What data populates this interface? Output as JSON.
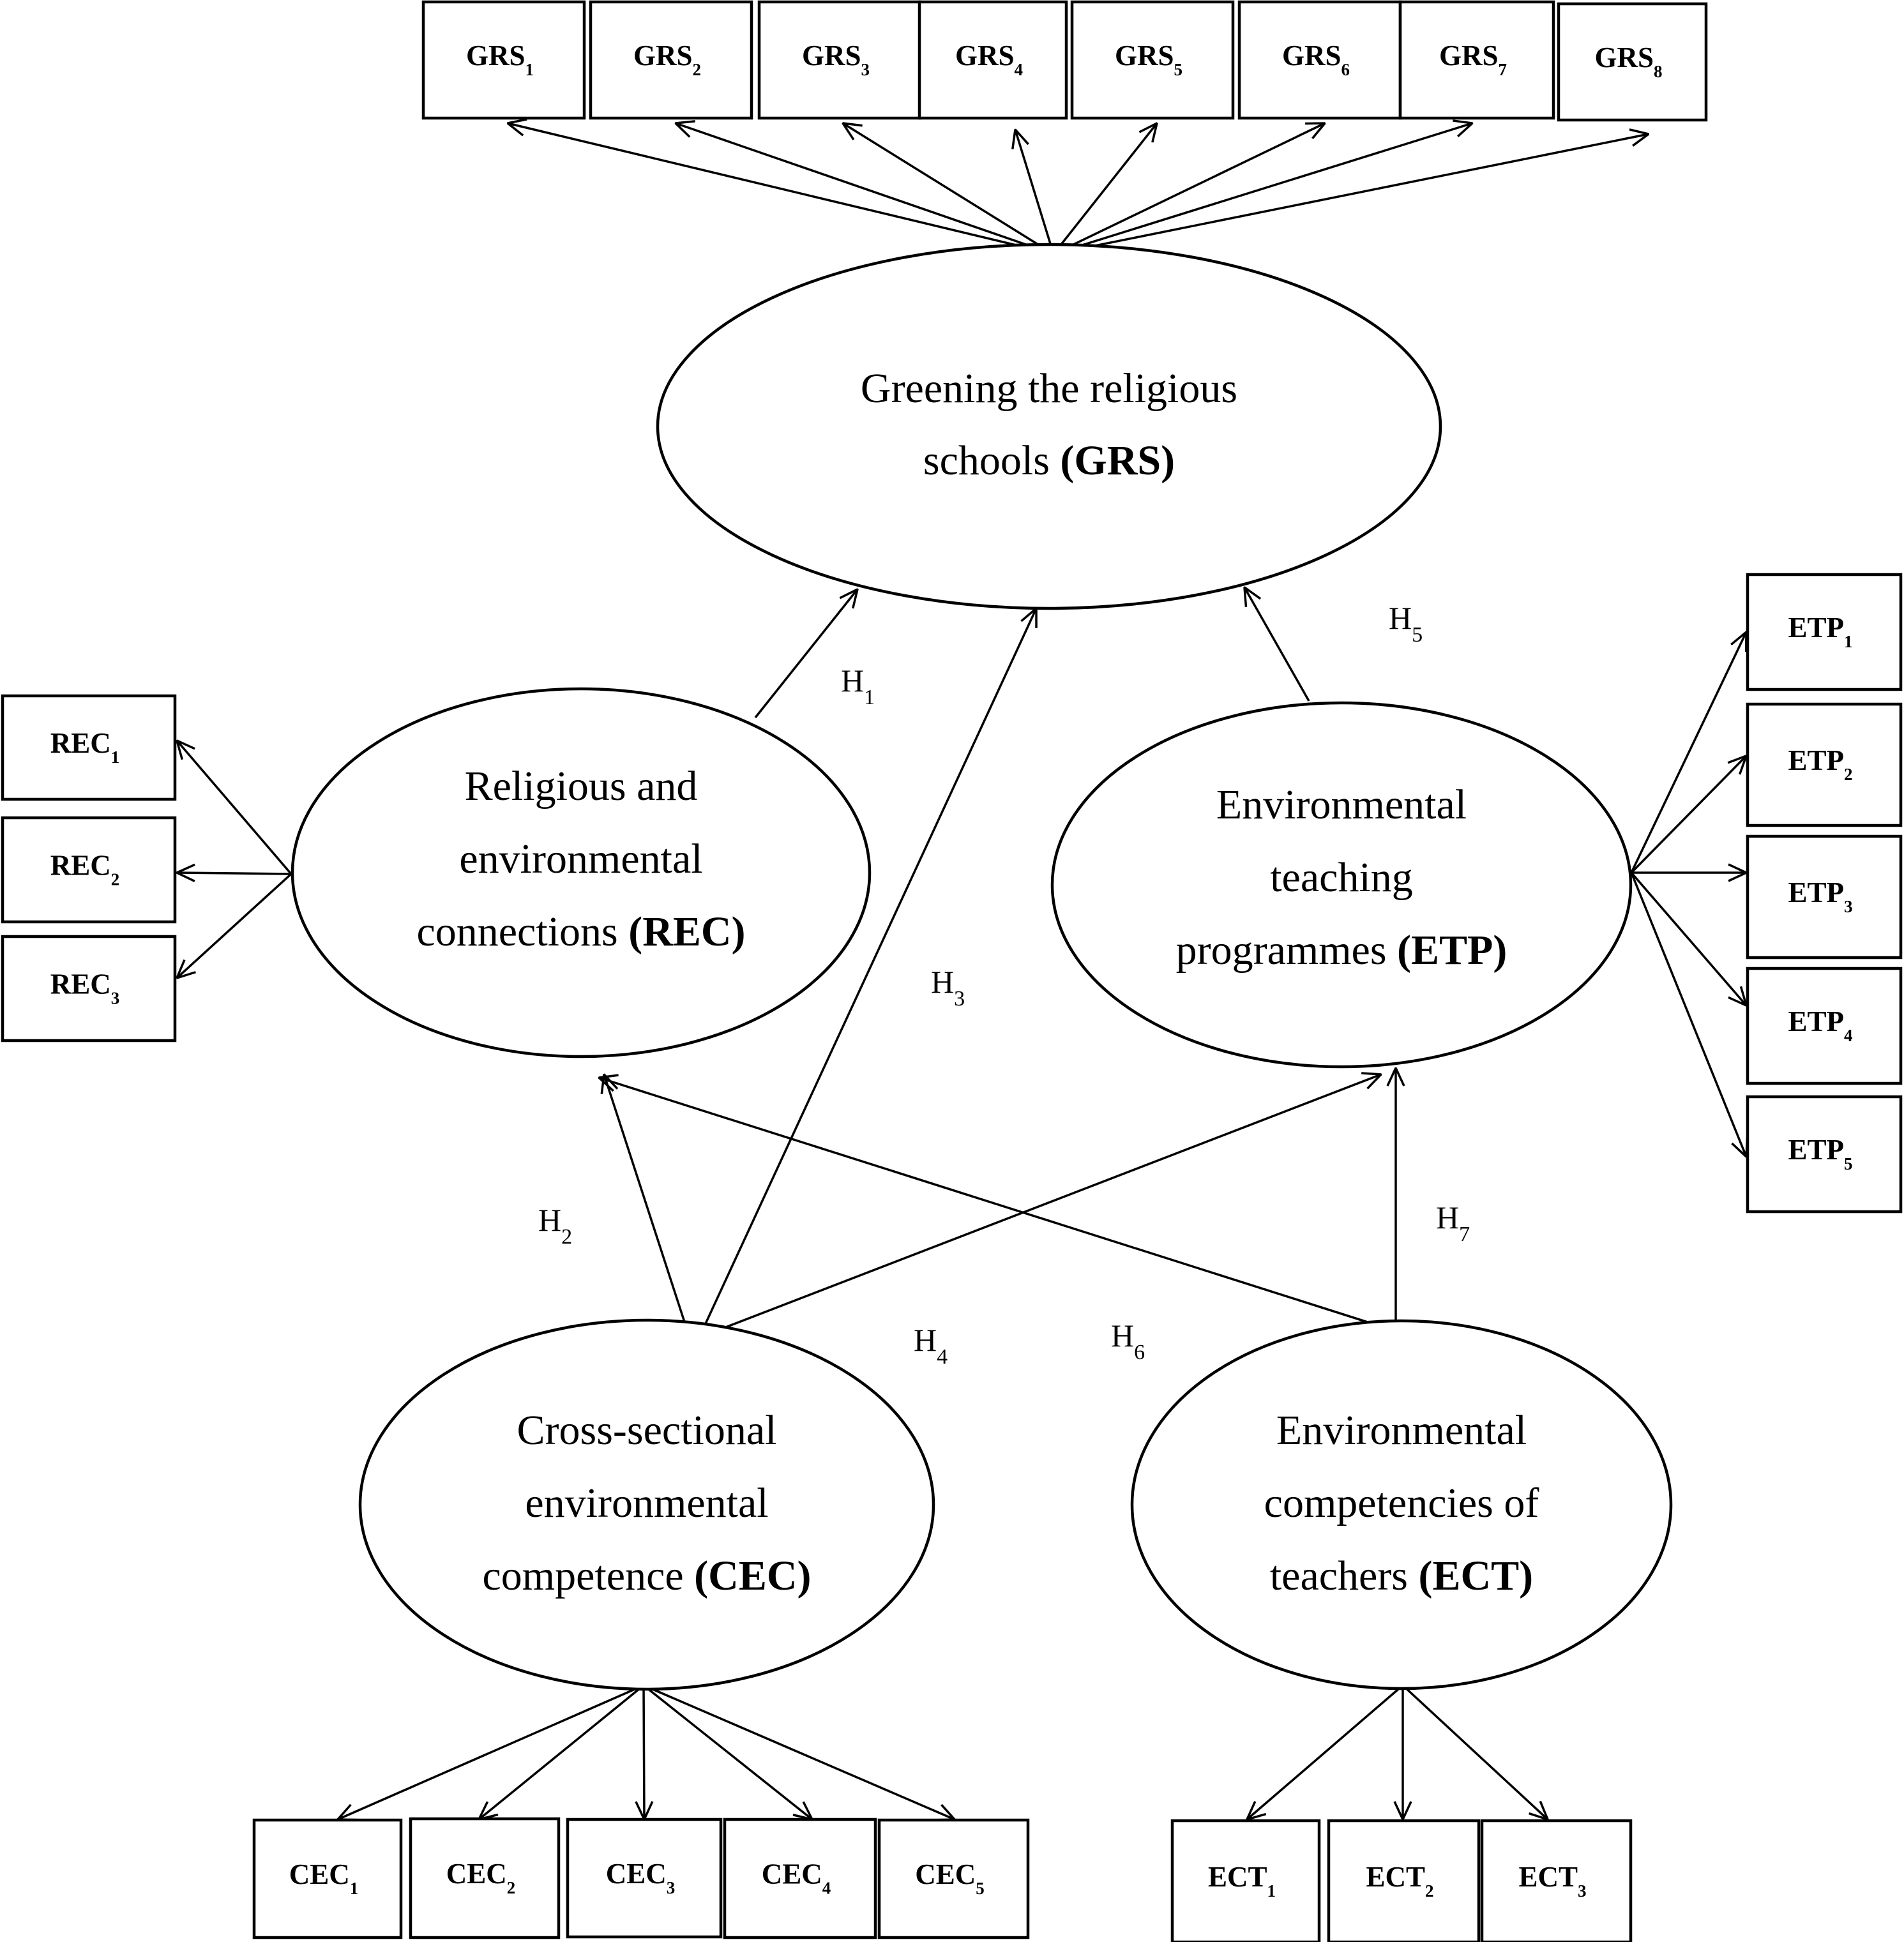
{
  "latents": [
    {
      "id": "GRS",
      "lines": [
        "Greening the religious",
        "schools "
      ],
      "abbr": "(GRS)"
    },
    {
      "id": "REC",
      "lines": [
        "Religious and",
        "environmental",
        "connections "
      ],
      "abbr": "(REC)"
    },
    {
      "id": "ETP",
      "lines": [
        "Environmental",
        "teaching",
        "programmes "
      ],
      "abbr": "(ETP)"
    },
    {
      "id": "CEC",
      "lines": [
        "Cross-sectional",
        "environmental",
        "competence "
      ],
      "abbr": "(CEC)"
    },
    {
      "id": "ECT",
      "lines": [
        "Environmental",
        "competencies of",
        "teachers "
      ],
      "abbr": "(ECT)"
    }
  ],
  "indicators": {
    "GRS": [
      {
        "base": "GRS",
        "sub": "1"
      },
      {
        "base": "GRS",
        "sub": "2"
      },
      {
        "base": "GRS",
        "sub": "3"
      },
      {
        "base": "GRS",
        "sub": "4"
      },
      {
        "base": "GRS",
        "sub": "5"
      },
      {
        "base": "GRS",
        "sub": "6"
      },
      {
        "base": "GRS",
        "sub": "7"
      },
      {
        "base": "GRS",
        "sub": "8"
      }
    ],
    "REC": [
      {
        "base": "REC",
        "sub": "1"
      },
      {
        "base": "REC",
        "sub": "2"
      },
      {
        "base": "REC",
        "sub": "3"
      }
    ],
    "ETP": [
      {
        "base": "ETP",
        "sub": "1"
      },
      {
        "base": "ETP",
        "sub": "2"
      },
      {
        "base": "ETP",
        "sub": "3"
      },
      {
        "base": "ETP",
        "sub": "4"
      },
      {
        "base": "ETP",
        "sub": "5"
      }
    ],
    "CEC": [
      {
        "base": "CEC",
        "sub": "1"
      },
      {
        "base": "CEC",
        "sub": "2"
      },
      {
        "base": "CEC",
        "sub": "3"
      },
      {
        "base": "CEC",
        "sub": "4"
      },
      {
        "base": "CEC",
        "sub": "5"
      }
    ],
    "ECT": [
      {
        "base": "ECT",
        "sub": "1"
      },
      {
        "base": "ECT",
        "sub": "2"
      },
      {
        "base": "ECT",
        "sub": "3"
      }
    ]
  },
  "hypotheses": [
    {
      "id": "H1",
      "base": "H",
      "sub": "1",
      "from": "REC",
      "to": "GRS"
    },
    {
      "id": "H2",
      "base": "H",
      "sub": "2",
      "from": "CEC",
      "to": "REC"
    },
    {
      "id": "H3",
      "base": "H",
      "sub": "3",
      "from": "CEC",
      "to": "GRS"
    },
    {
      "id": "H4",
      "base": "H",
      "sub": "4",
      "from": "CEC",
      "to": "ETP"
    },
    {
      "id": "H5",
      "base": "H",
      "sub": "5",
      "from": "ETP",
      "to": "GRS"
    },
    {
      "id": "H6",
      "base": "H",
      "sub": "6",
      "from": "ECT",
      "to": "REC"
    },
    {
      "id": "H7",
      "base": "H",
      "sub": "7",
      "from": "ECT",
      "to": "ETP"
    }
  ]
}
